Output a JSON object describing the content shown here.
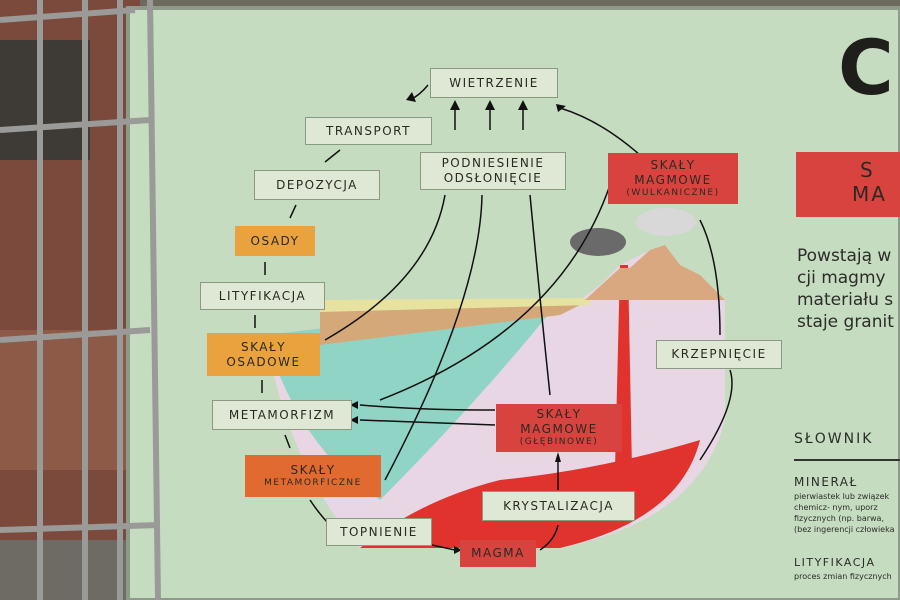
{
  "diagram": {
    "weathering": "WIETRZENIE",
    "transport": "TRANSPORT",
    "uplift": [
      "PODNIESIENIE",
      "ODSŁONIĘCIE"
    ],
    "deposition": "DEPOZYCJA",
    "sediments": "OSADY",
    "lithification": "LITYFIKACJA",
    "sedimentary_rocks": [
      "SKAŁY",
      "OSADOWE"
    ],
    "metamorphism": "METAMORFIZM",
    "metamorphic_rocks": [
      "SKAŁY",
      "METAMORFICZNE"
    ],
    "melting": "TOPNIENIE",
    "magma": "MAGMA",
    "crystallization": "KRYSTALIZACJA",
    "plutonic_rocks": [
      "SKAŁY",
      "MAGMOWE",
      "(GŁĘBINOWE)"
    ],
    "volcanic_rocks": [
      "SKAŁY",
      "MAGMOWE",
      "(WULKANICZNE)"
    ],
    "solidification": "KRZEPNIĘCIE"
  },
  "right_panel": {
    "big_letter": "C",
    "red_header": [
      "S",
      "MA"
    ],
    "paragraph": [
      "Powstają w",
      "cji  magmy",
      "materiału s",
      "staje granit"
    ],
    "glossary_title": "SŁOWNIK",
    "entries": [
      {
        "term": "MINERAŁ",
        "lines": [
          "pierwiastek lub związek",
          "chemicz-  nym,  uporz",
          "fizycznych (np. barwa,",
          "(bez ingerencji człowieka"
        ]
      },
      {
        "term": "LITYFIKACJA",
        "lines": [
          "proces zmian fizycznych"
        ]
      }
    ]
  },
  "colors": {
    "board": "#c5dcc0",
    "red": "#d9433f",
    "orange": "#e9a23e"
  }
}
